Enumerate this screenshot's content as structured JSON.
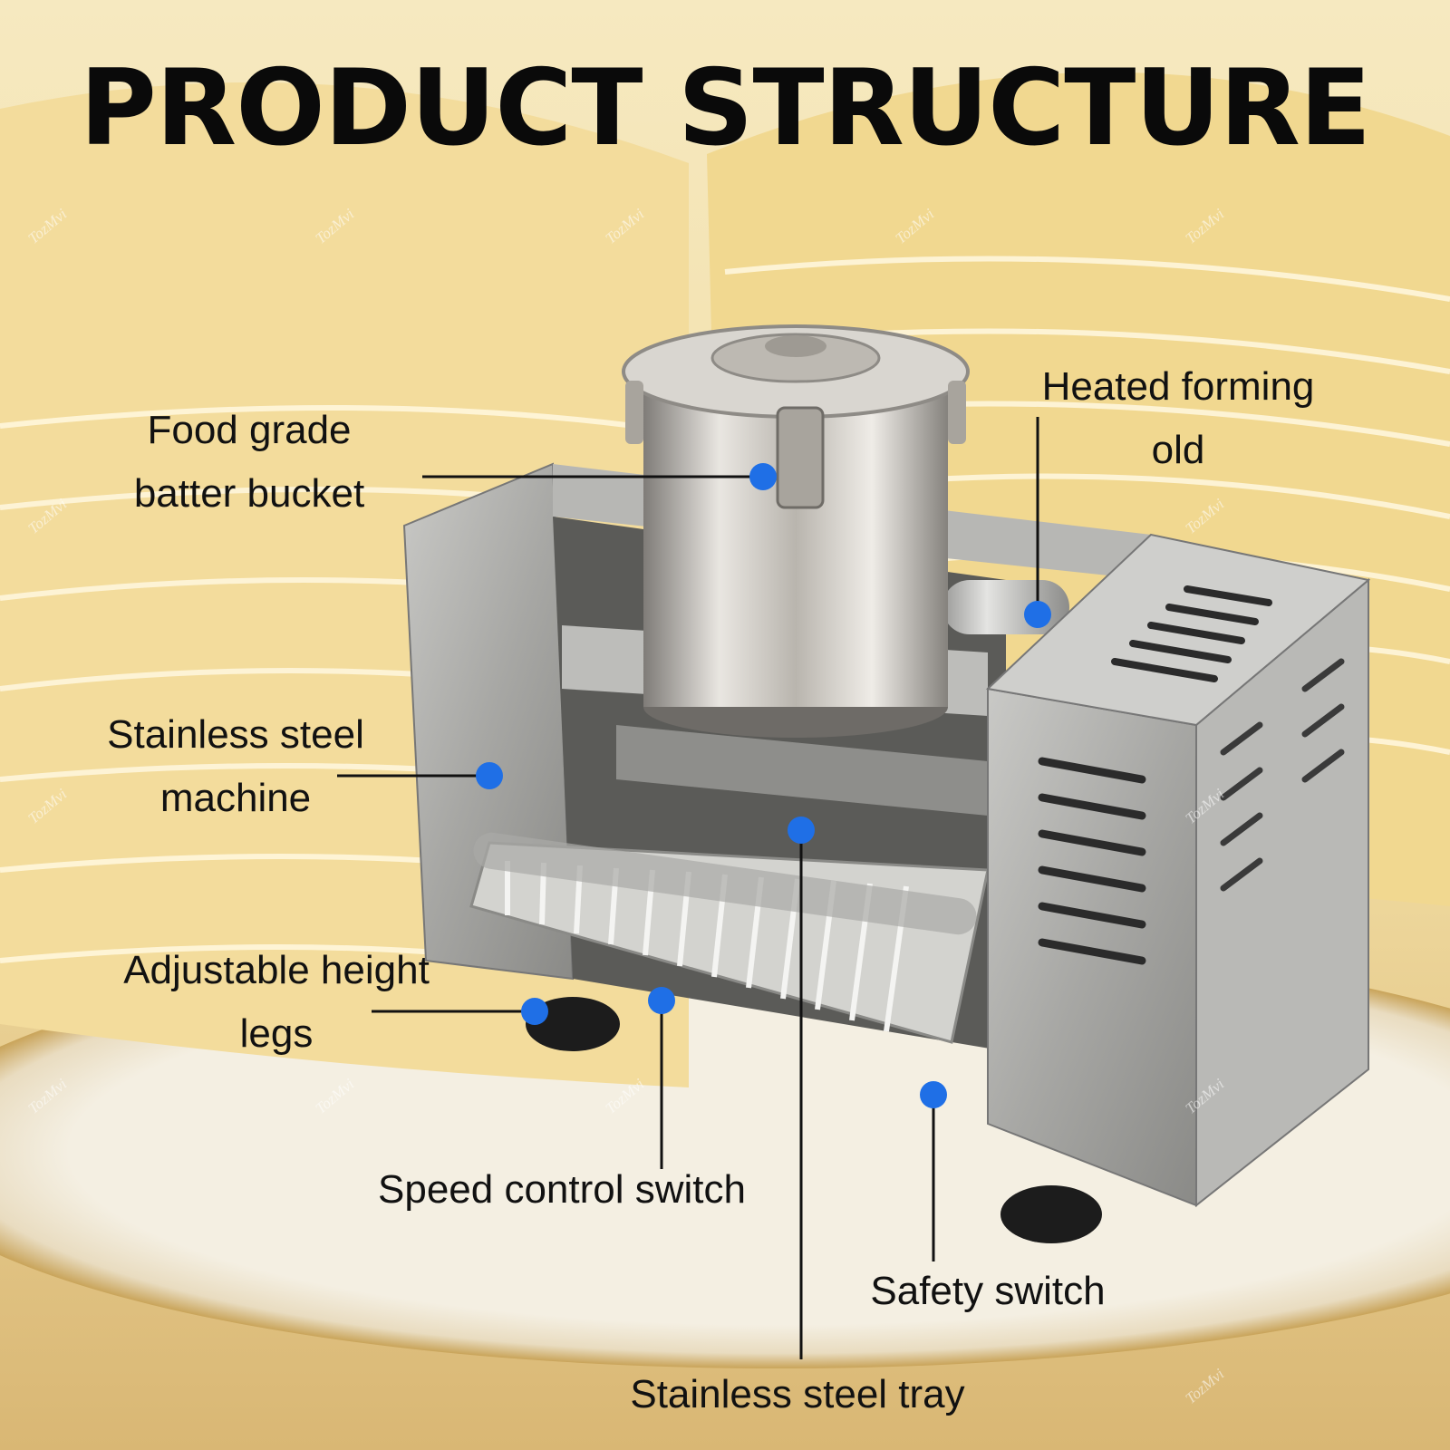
{
  "title": "PRODUCT STRUCTURE",
  "watermark": "TozMvi",
  "labels": {
    "batter_bucket": [
      "Food grade",
      "batter bucket"
    ],
    "heated_mold": [
      "Heated forming",
      "old"
    ],
    "machine_body": [
      "Stainless steel",
      "machine"
    ],
    "legs": [
      "Adjustable height",
      "legs"
    ],
    "speed_switch": "Speed control switch",
    "safety_switch": "Safety switch",
    "tray": "Stainless steel tray"
  },
  "colors": {
    "marker": "#1f6fe6",
    "title": "#0a0a0a",
    "label": "#111111",
    "steel": "#c9c9c6"
  }
}
